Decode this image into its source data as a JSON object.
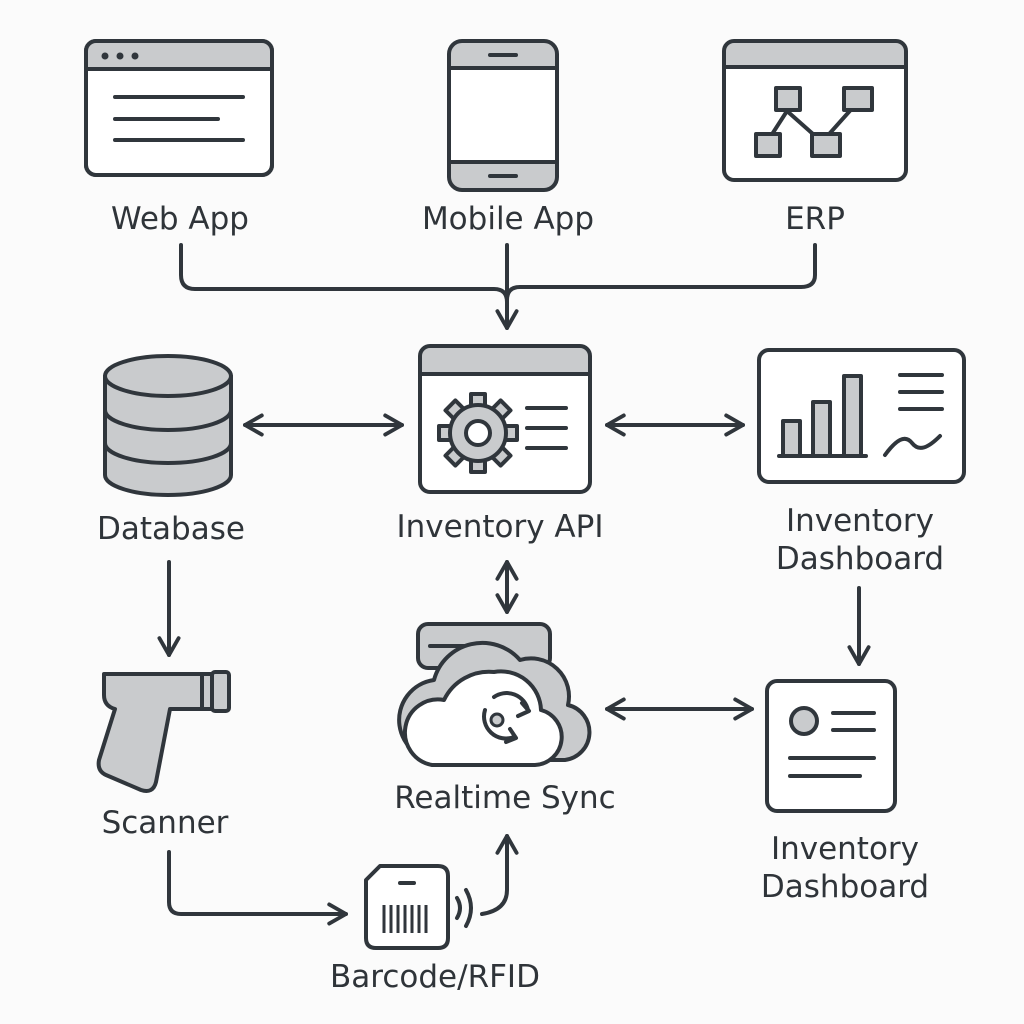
{
  "nodes": {
    "web_app": "Web App",
    "mobile_app": "Mobile App",
    "erp": "ERP",
    "database": "Database",
    "inventory_api": "Inventory API",
    "dashboard_top": [
      "Inventory",
      "Dashboard"
    ],
    "scanner": "Scanner",
    "realtime_sync": "Realtime Sync",
    "dashboard_bottom": [
      "Inventory",
      "Dashboard"
    ],
    "barcode_rfid": "Barcode/RFID"
  },
  "icons": {
    "web_app": "browser-window-icon",
    "mobile_app": "smartphone-icon",
    "erp": "workflow-window-icon",
    "database": "database-icon",
    "inventory_api": "settings-window-icon",
    "dashboard_top": "bar-chart-dashboard-icon",
    "scanner": "barcode-scanner-icon",
    "realtime_sync": "cloud-sync-icon",
    "dashboard_bottom": "profile-card-icon",
    "barcode_rfid": "rfid-tag-icon"
  },
  "colors": {
    "stroke": "#30363c",
    "fill": "#c9cbcd",
    "background": "#fbfbfb"
  }
}
